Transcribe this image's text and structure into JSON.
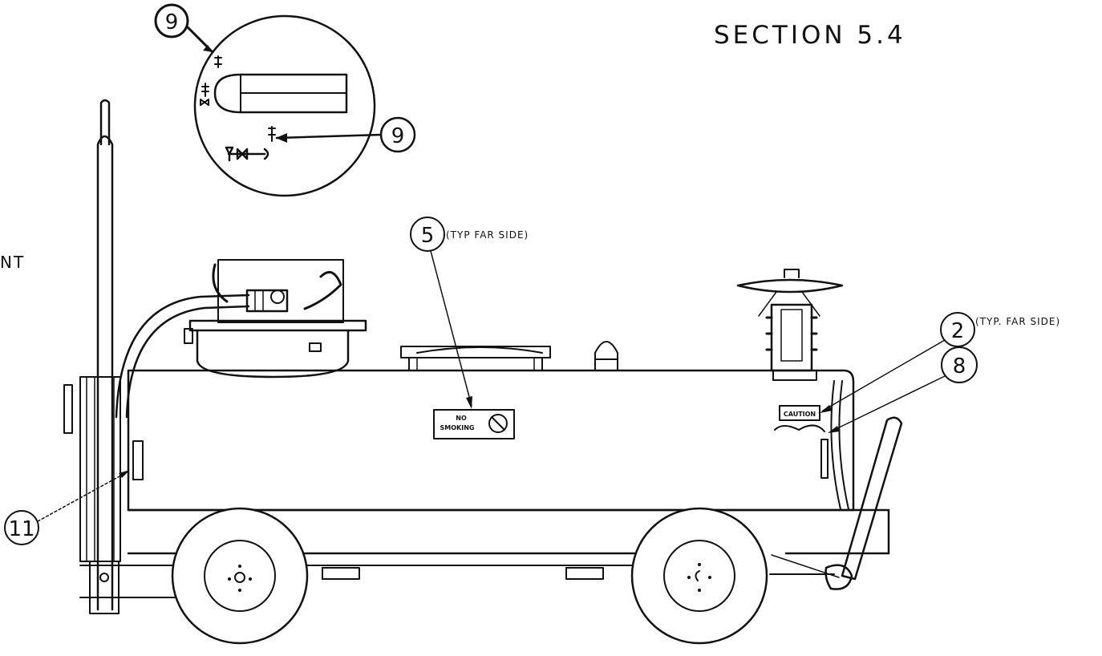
{
  "section_title": "SECTION 5.4",
  "left_fragment": "NT",
  "callouts": [
    {
      "id": "c9a",
      "number": "9",
      "note": ""
    },
    {
      "id": "c9b",
      "number": "9",
      "note": ""
    },
    {
      "id": "c5",
      "number": "5",
      "note": "(TYP FAR SIDE)"
    },
    {
      "id": "c2",
      "number": "2",
      "note": "(TYP. FAR SIDE)"
    },
    {
      "id": "c8",
      "number": "8",
      "note": ""
    },
    {
      "id": "c11",
      "number": "11",
      "note": ""
    }
  ],
  "placards": {
    "no_smoking_line1": "NO",
    "no_smoking_line2": "SMOKING",
    "caution": "CAUTION"
  },
  "colors": {
    "ink": "#111111",
    "paper": "#ffffff"
  }
}
